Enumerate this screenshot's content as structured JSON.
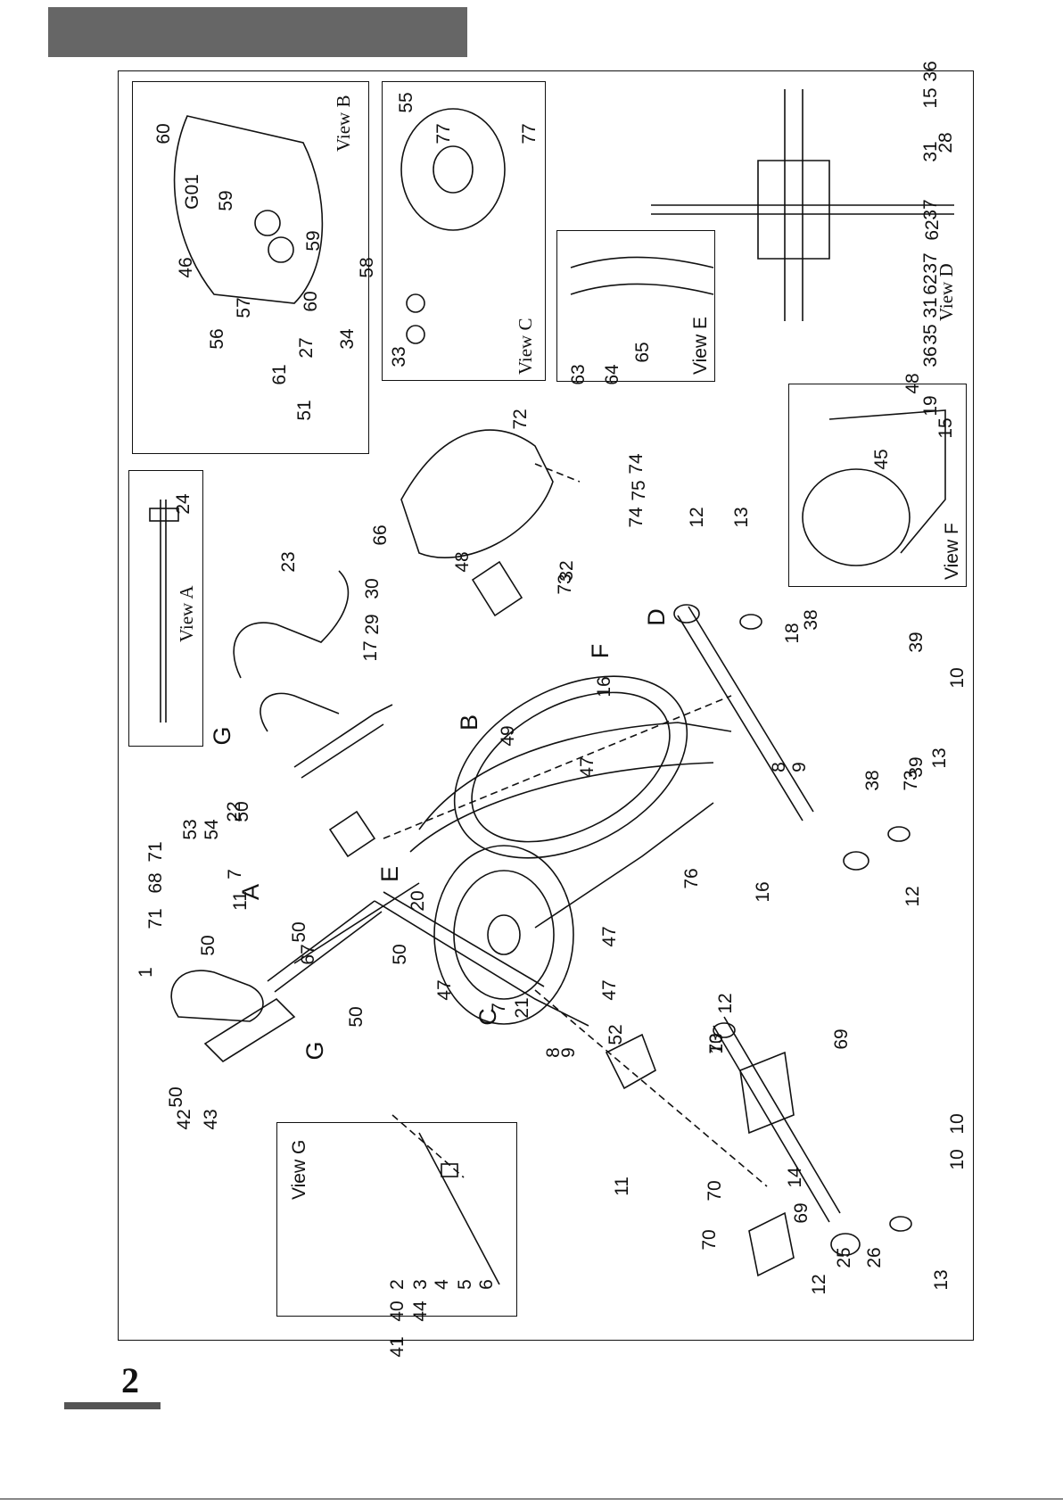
{
  "page": {
    "number": "2"
  },
  "views": {
    "a": "View A",
    "b": "View B",
    "c": "View C",
    "d": "View D",
    "e": "View E",
    "f": "View F",
    "g": "View G"
  },
  "callouts": [
    "1",
    "2",
    "3",
    "4",
    "5",
    "6",
    "7",
    "7",
    "8",
    "8",
    "9",
    "9",
    "10",
    "10",
    "10",
    "11",
    "11",
    "12",
    "12",
    "12",
    "12",
    "13",
    "13",
    "13",
    "13",
    "14",
    "15",
    "15",
    "16",
    "16",
    "17",
    "18",
    "19",
    "20",
    "21",
    "22",
    "23",
    "24",
    "25",
    "26",
    "27",
    "28",
    "29",
    "30",
    "31",
    "31",
    "32",
    "33",
    "34",
    "35",
    "36",
    "36",
    "37",
    "37",
    "38",
    "38",
    "39",
    "39",
    "40",
    "41",
    "42",
    "43",
    "44",
    "45",
    "46",
    "47",
    "47",
    "47",
    "47",
    "48",
    "48",
    "49",
    "50",
    "50",
    "50",
    "50",
    "50",
    "50",
    "51",
    "52",
    "53",
    "54",
    "55",
    "56",
    "57",
    "58",
    "59",
    "59",
    "60",
    "60",
    "61",
    "62",
    "62",
    "63",
    "64",
    "65",
    "66",
    "67",
    "68",
    "69",
    "69",
    "70",
    "70",
    "70",
    "71",
    "71",
    "72",
    "73",
    "73",
    "74",
    "74",
    "75",
    "76",
    "77",
    "77",
    "G01",
    "A",
    "B",
    "C",
    "D",
    "E",
    "F",
    "G",
    "G"
  ],
  "colors": {
    "header_bar": "#666666",
    "line": "#111111"
  }
}
